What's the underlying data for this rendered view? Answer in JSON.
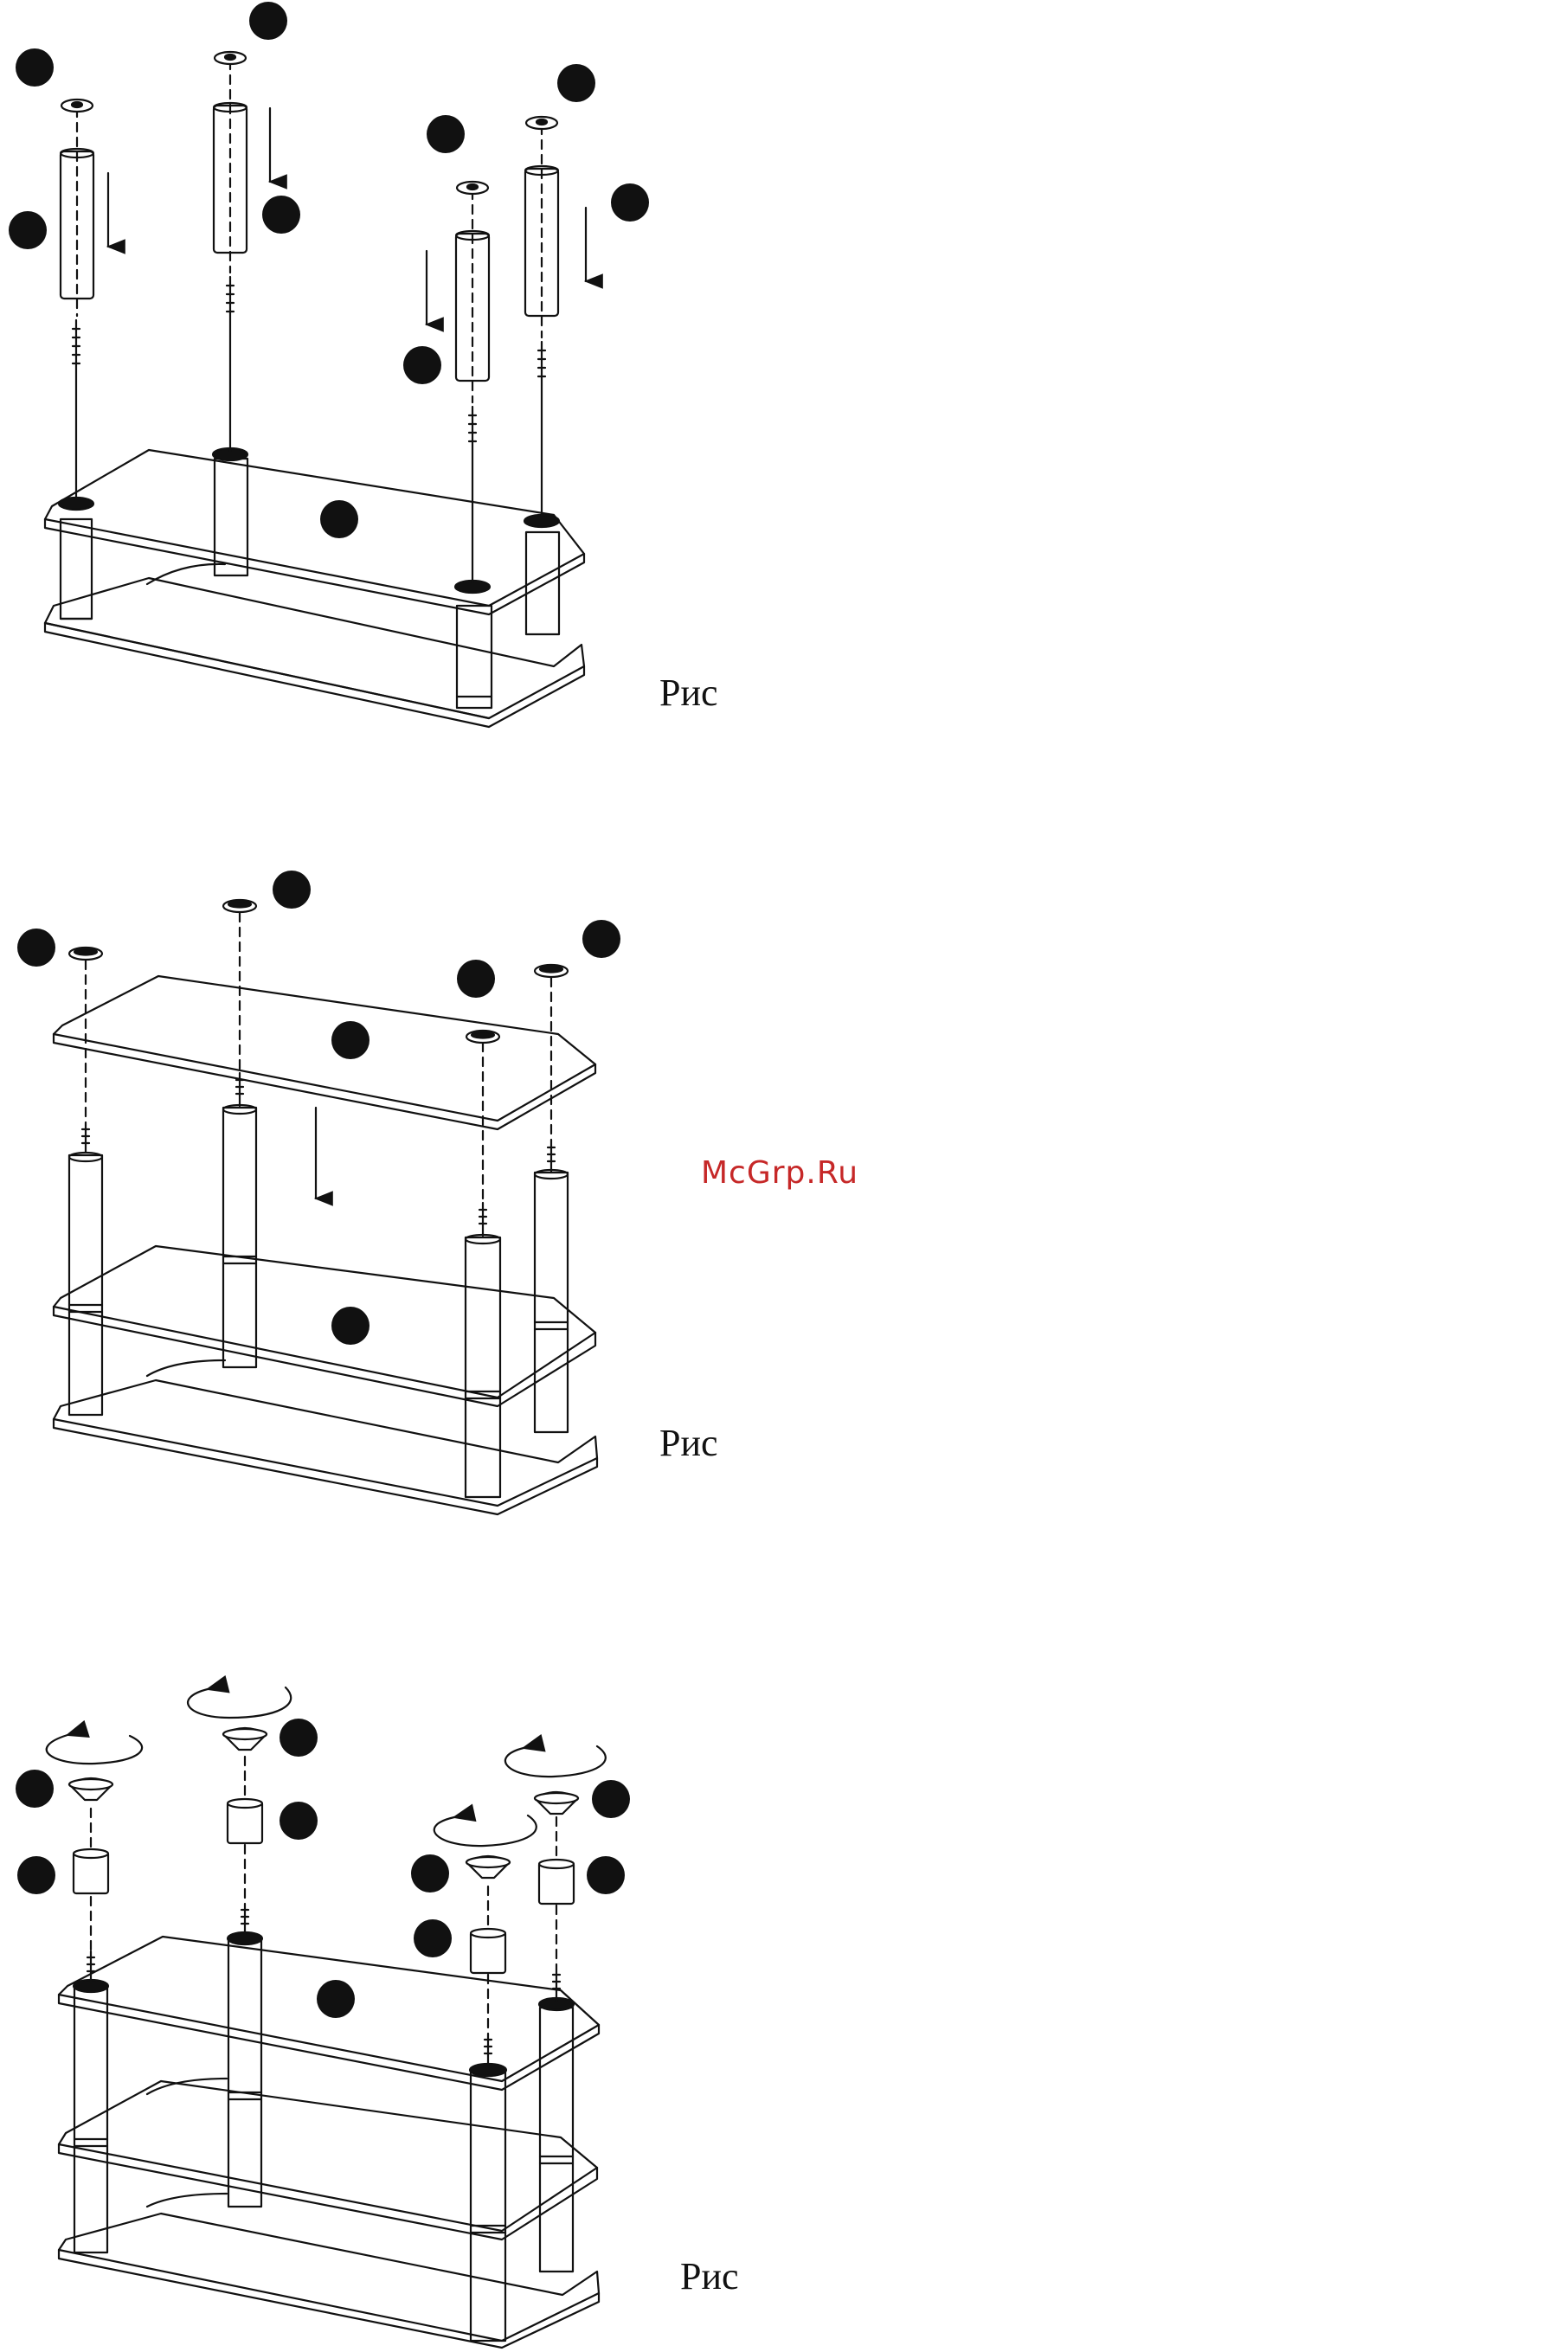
{
  "figures": [
    {
      "caption": "Рис"
    },
    {
      "caption": "Рис"
    },
    {
      "caption": "Рис"
    }
  ],
  "watermark": "McGrp.Ru",
  "colors": {
    "ink": "#111111",
    "watermark": "#c62828",
    "background": "#ffffff"
  }
}
